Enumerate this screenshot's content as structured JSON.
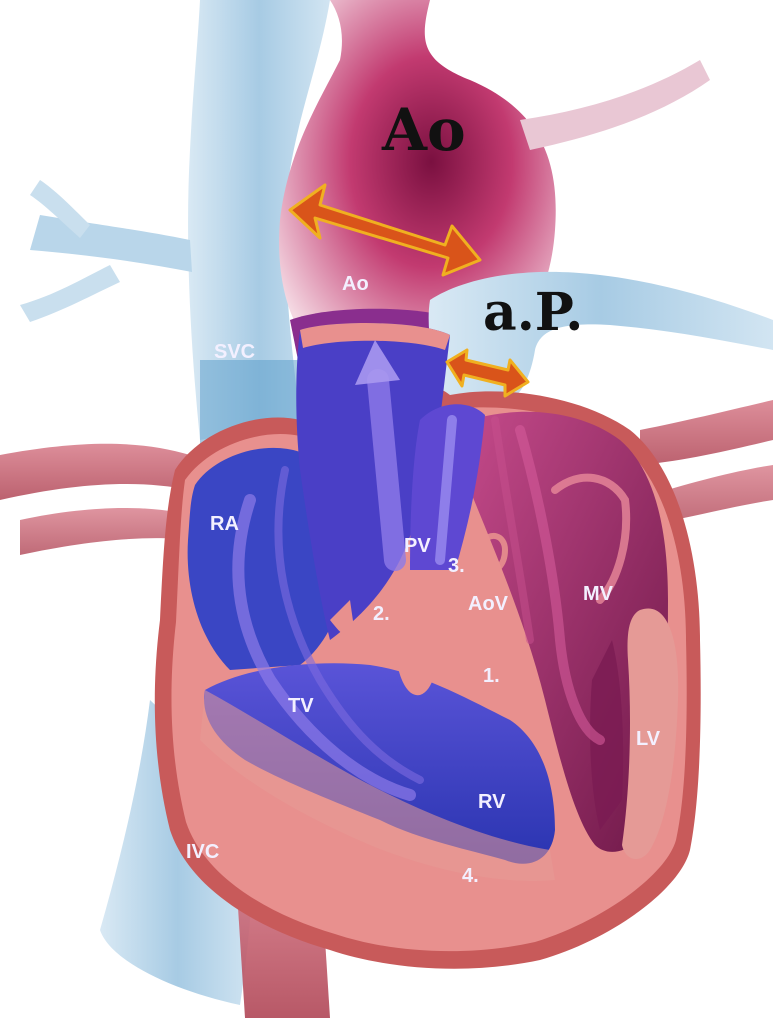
{
  "diagram": {
    "labels": {
      "ao_big": "Ao",
      "ap_big": "a.P.",
      "ao": "Ao",
      "svc": "SVC",
      "ra": "RA",
      "pv": "PV",
      "n3": "3.",
      "aov": "AoV",
      "mv": "MV",
      "n2": "2.",
      "n1": "1.",
      "tv": "TV",
      "lv": "LV",
      "rv": "RV",
      "ivc": "IVC",
      "n4": "4."
    },
    "colors": {
      "arrow_fill": "#d9541a",
      "arrow_stroke": "#f0b020",
      "vein_blue": "#a9cde6",
      "ventricle_blue": "#3a46c4",
      "left_heart": "#9c2a6e",
      "myocardium": "#e8908e"
    }
  }
}
